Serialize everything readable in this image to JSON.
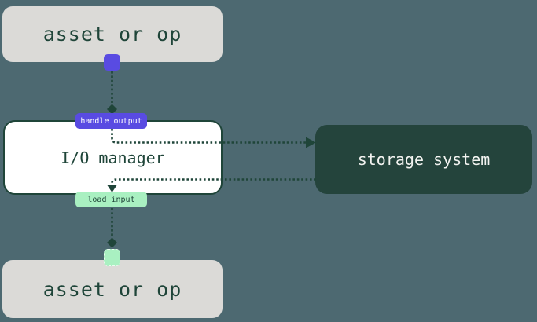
{
  "diagram": {
    "title": "io-manager-flow",
    "nodes": {
      "asset_top": {
        "label": "asset or op"
      },
      "io_manager": {
        "label": "I/O manager"
      },
      "storage": {
        "label": "storage system"
      },
      "asset_bottom": {
        "label": "asset or op"
      }
    },
    "edges": {
      "handle_output": {
        "label": "handle output"
      },
      "load_input": {
        "label": "load input"
      }
    }
  },
  "colors": {
    "bg": "#4d6971",
    "box-gray": "#dbdad7",
    "ink": "#1f4539",
    "purple": "#594be2",
    "mint": "#a9f0c1",
    "storage": "#24443c",
    "white": "#ffffff"
  }
}
